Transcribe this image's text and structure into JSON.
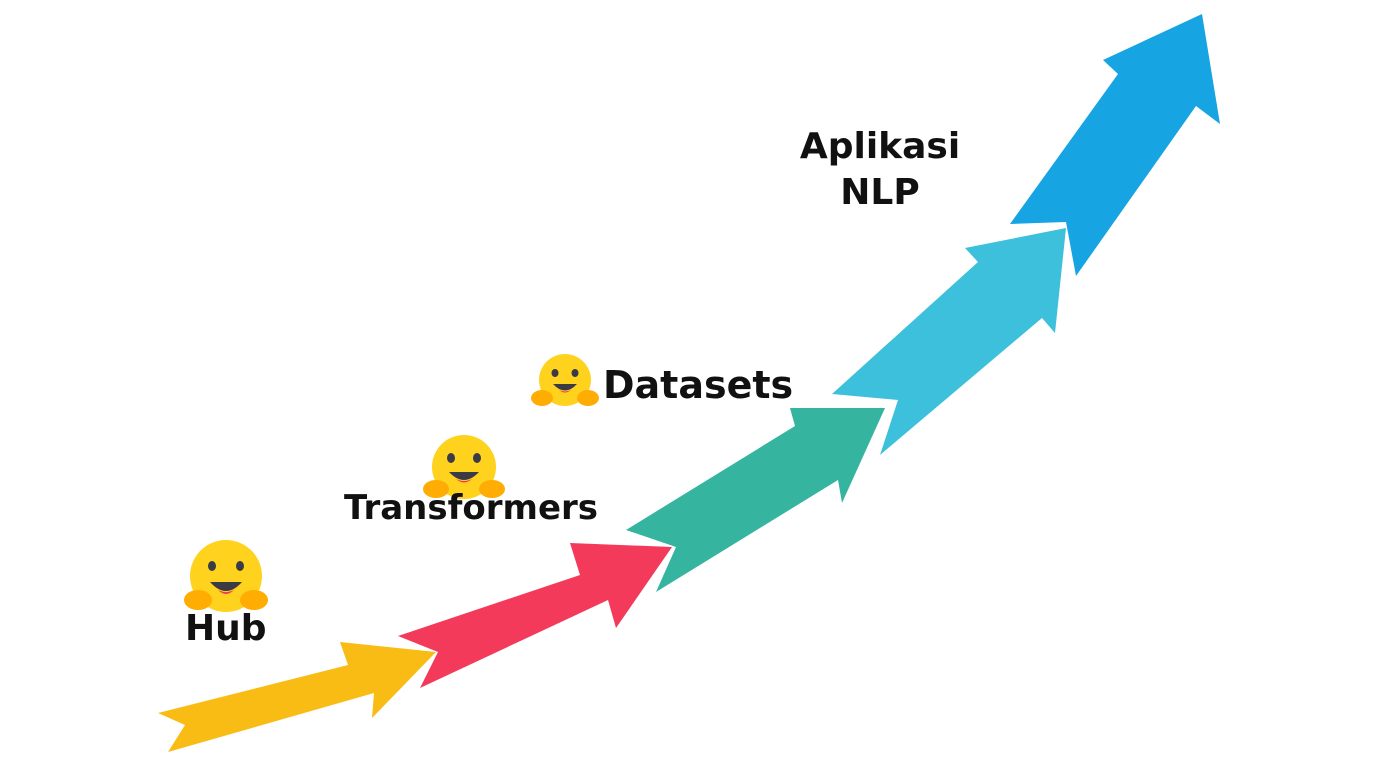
{
  "diagram": {
    "steps": [
      {
        "label": "Hub",
        "color": "#F9BC15",
        "icon": "hugging-face-icon"
      },
      {
        "label": "Transformers",
        "color": "#F43A5A",
        "icon": "hugging-face-icon"
      },
      {
        "label": "Datasets",
        "color": "#35B4A0",
        "icon": "hugging-face-icon"
      },
      {
        "label_line1": "Aplikasi",
        "label_line2": "NLP",
        "color": "#3DC0DB"
      },
      {
        "color": "#16A4E2"
      }
    ]
  }
}
